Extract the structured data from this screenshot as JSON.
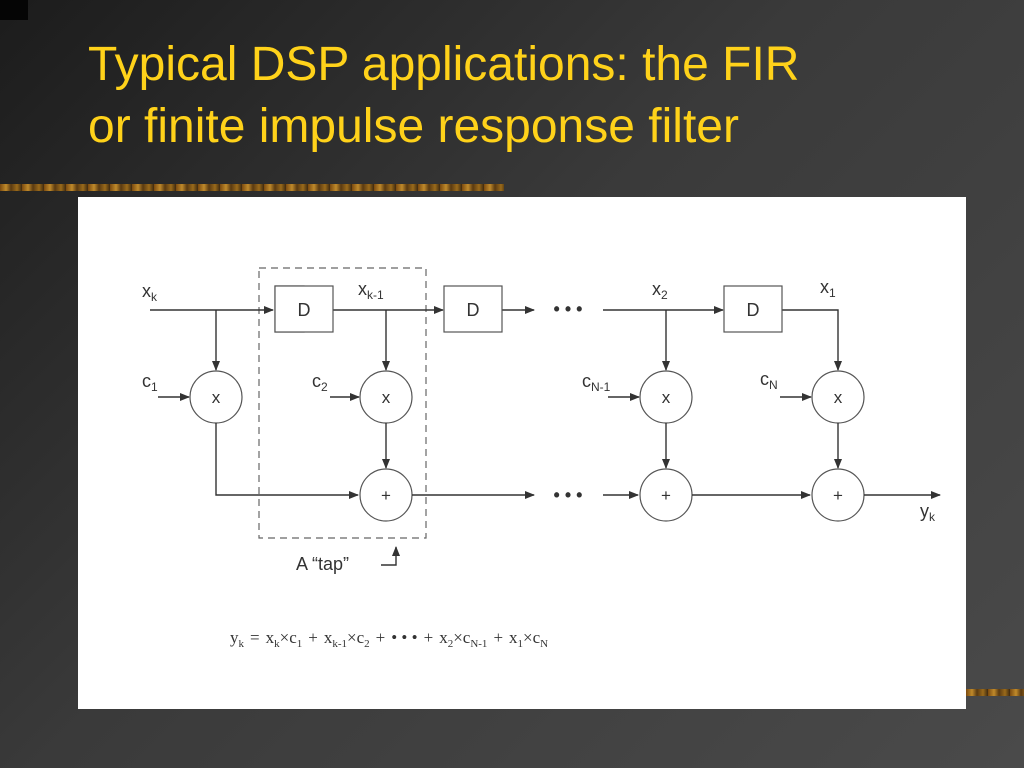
{
  "slide": {
    "title_line1": "Typical DSP applications: the FIR",
    "title_line2": "or finite impulse response filter",
    "title_color": "#ffd21a",
    "background_color": "#3a3a3a"
  },
  "diagram": {
    "input_signal": "x",
    "input_sub": "k",
    "delay_label": "D",
    "tap_signal": "x",
    "tap_signal_sub": "k-1",
    "x2": "x",
    "x2_sub": "2",
    "x1": "x",
    "x1_sub": "1",
    "coeffs": [
      {
        "base": "c",
        "sub": "1"
      },
      {
        "base": "c",
        "sub": "2"
      },
      {
        "base": "c",
        "sub": "N-1"
      },
      {
        "base": "c",
        "sub": "N"
      }
    ],
    "multiply_symbol": "x",
    "add_symbol": "+",
    "ellipsis": "• • •",
    "output_signal": "y",
    "output_sub": "k",
    "tap_caption": "A “tap”",
    "equation": {
      "lhs": "y",
      "lhs_sub": "k",
      "terms": [
        {
          "a": "x",
          "a_sub": "k",
          "b": "c",
          "b_sub": "1"
        },
        {
          "a": "x",
          "a_sub": "k-1",
          "b": "c",
          "b_sub": "2"
        },
        {
          "a": "x",
          "a_sub": "2",
          "b": "c",
          "b_sub": "N-1"
        },
        {
          "a": "x",
          "a_sub": "1",
          "b": "c",
          "b_sub": "N"
        }
      ],
      "times": "×",
      "plus": "+",
      "equals": "=",
      "dots": "• • •"
    }
  }
}
